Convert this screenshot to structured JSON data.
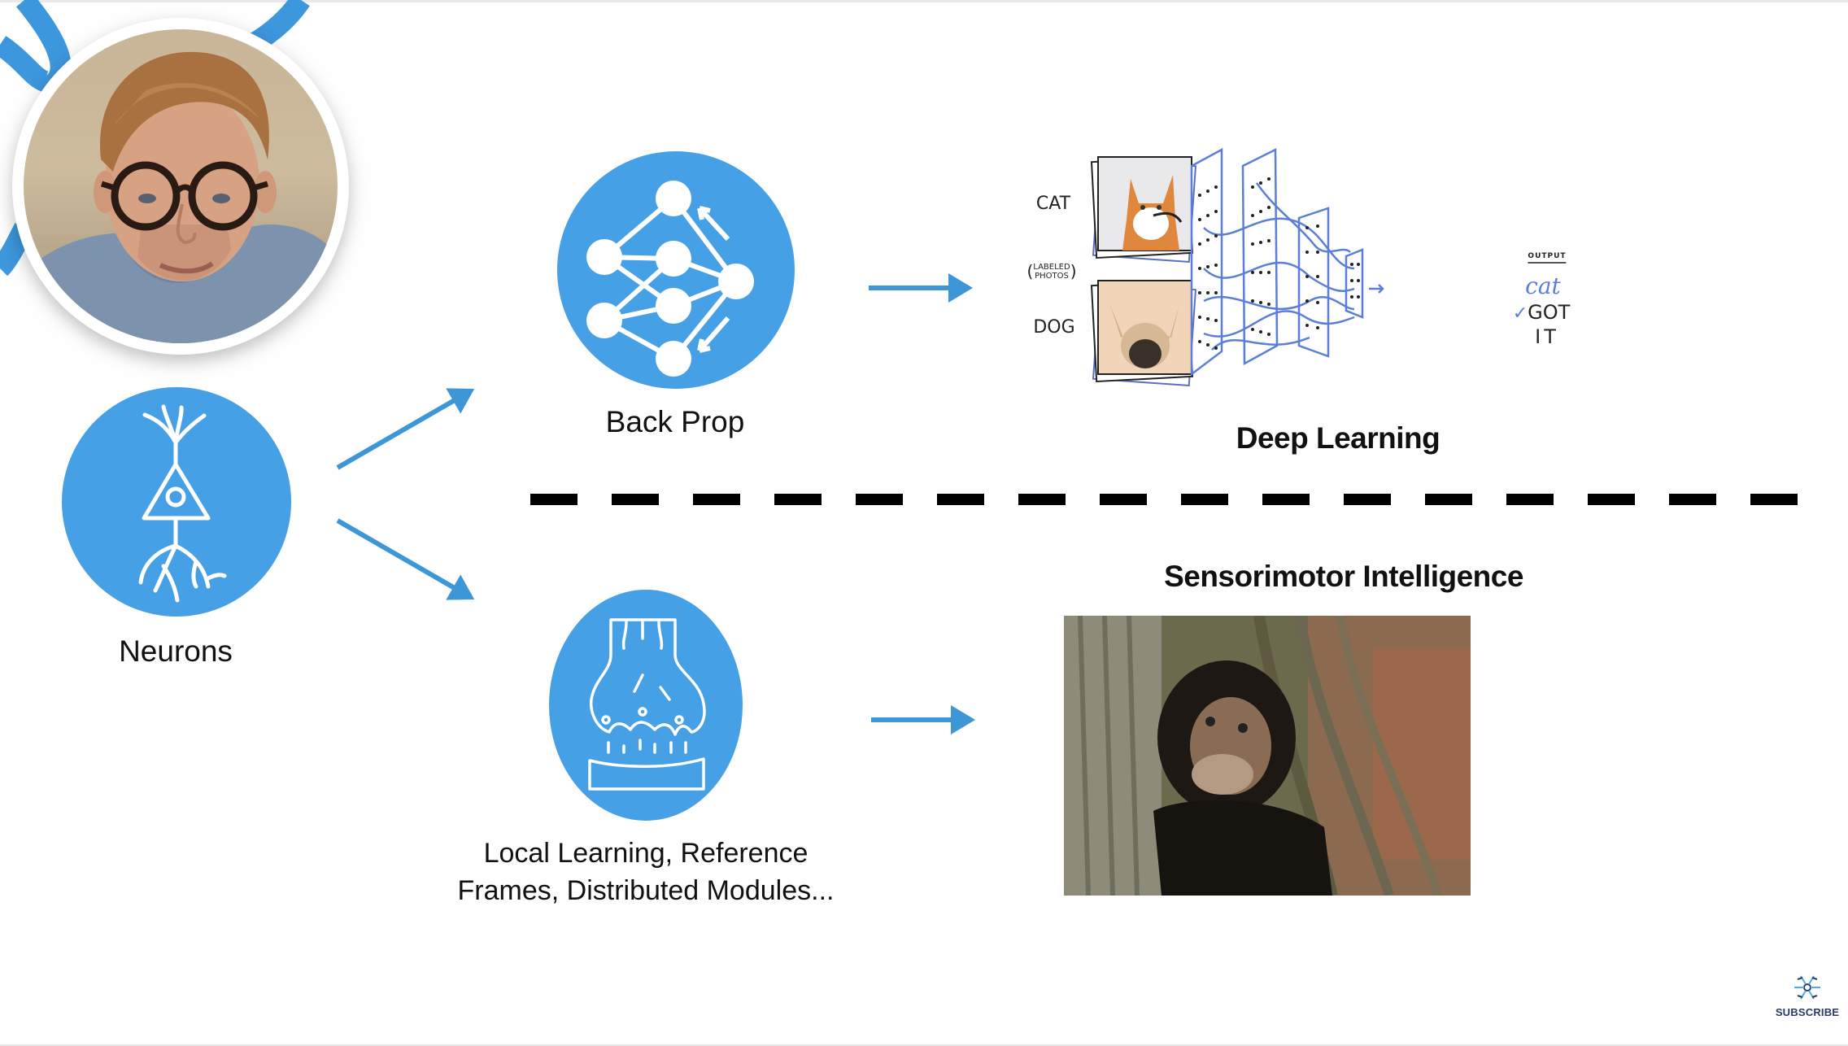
{
  "slide": {
    "neurons_label": "Neurons",
    "backprop_label": "Back Prop",
    "deep_learning_label": "Deep Learning",
    "sensorimotor_label": "Sensorimotor Intelligence",
    "local_learning_line1": "Local Learning, Reference",
    "local_learning_line2": "Frames, Distributed Modules...",
    "deep_learning_diagram": {
      "cat_label": "CAT",
      "labeled_photos_line1": "LABELED",
      "labeled_photos_line2": "PHOTOS",
      "dog_label": "DOG",
      "output_label": "OUTPUT",
      "output_value": "cat",
      "check_mark": "✓",
      "got_label": "GOT",
      "it_label": "IT"
    },
    "accent_color": "#46a0e6",
    "arrow_color": "#3d97d6"
  },
  "overlay": {
    "subscribe_label": "SUBSCRIBE"
  },
  "icons": {
    "neurons": "neuron-icon",
    "backprop": "neural-network-icon",
    "local_learning": "synapse-icon",
    "subscribe": "subscribe-logo-icon"
  }
}
